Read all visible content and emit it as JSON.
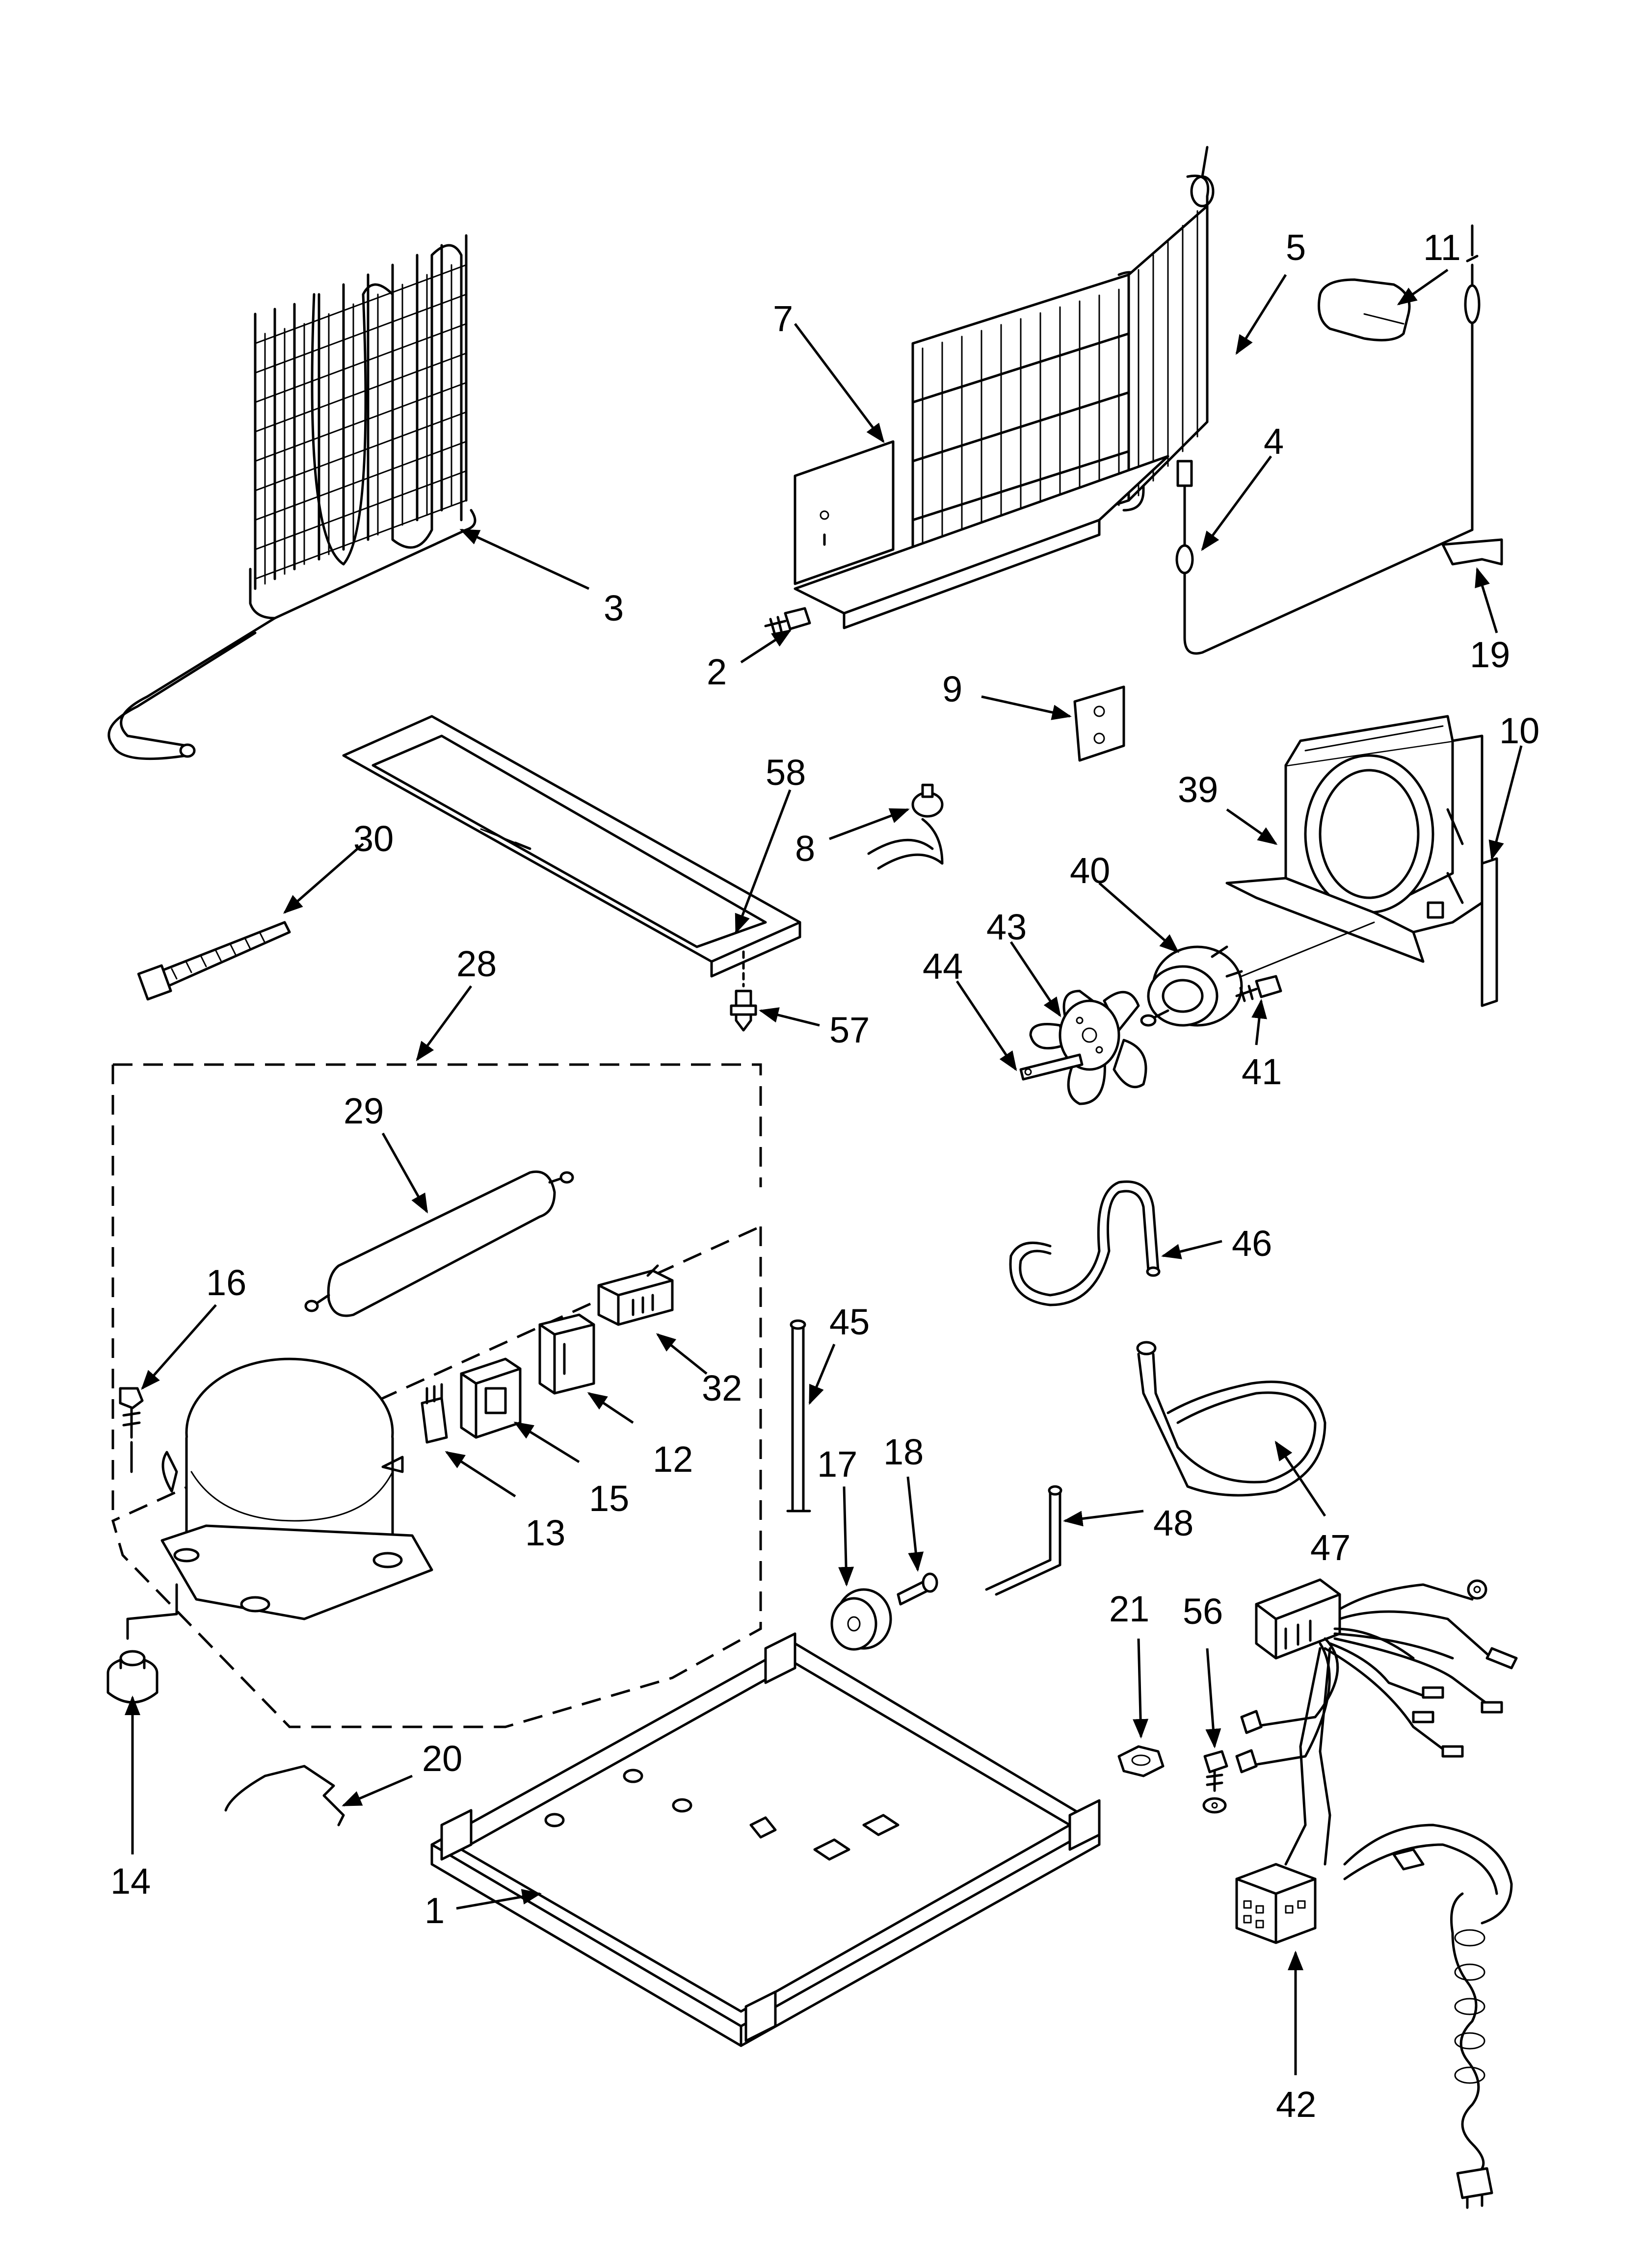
{
  "diagram": {
    "callouts": {
      "c1": "1",
      "c2": "2",
      "c3": "3",
      "c4": "4",
      "c5": "5",
      "c7": "7",
      "c8": "8",
      "c9": "9",
      "c10": "10",
      "c11": "11",
      "c12": "12",
      "c13": "13",
      "c14": "14",
      "c15": "15",
      "c16": "16",
      "c17": "17",
      "c18": "18",
      "c19": "19",
      "c20": "20",
      "c21": "21",
      "c28": "28",
      "c29": "29",
      "c30": "30",
      "c32": "32",
      "c39": "39",
      "c40": "40",
      "c41": "41",
      "c42": "42",
      "c43": "43",
      "c44": "44",
      "c45": "45",
      "c46": "46",
      "c47": "47",
      "c48": "48",
      "c56": "56",
      "c57": "57",
      "c58": "58"
    }
  }
}
